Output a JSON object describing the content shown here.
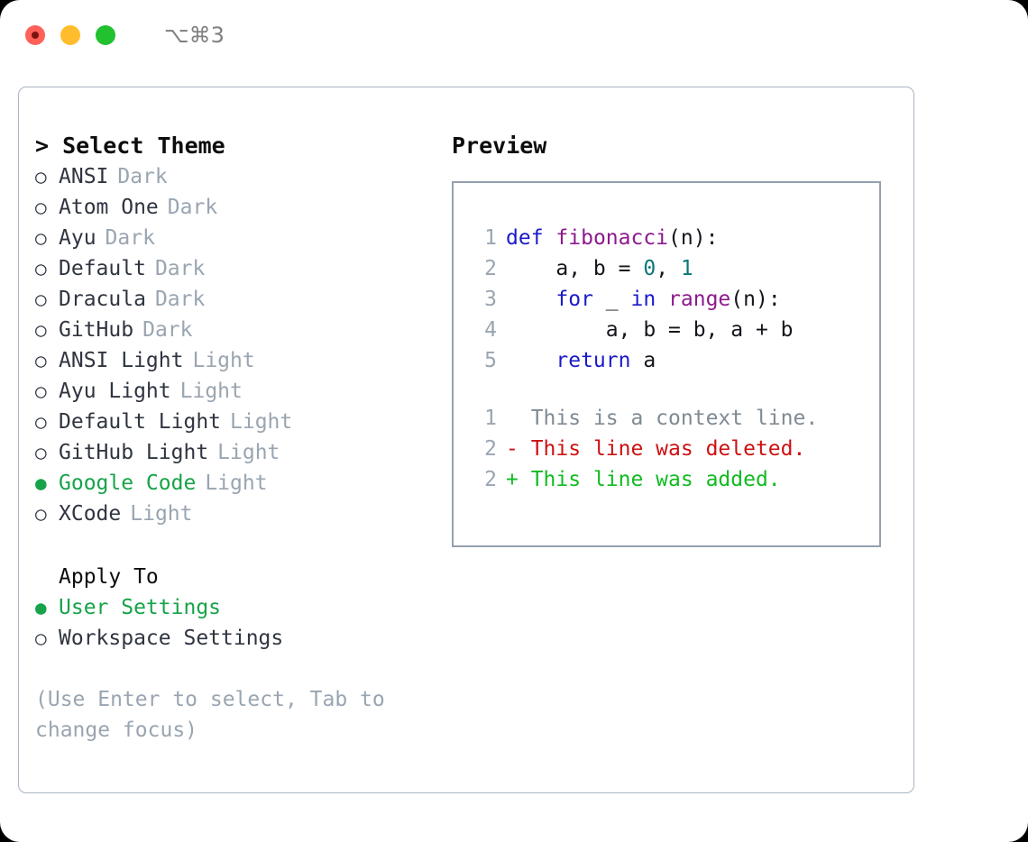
{
  "titlebar": {
    "shortcut": "⌥⌘3",
    "lights": [
      "close",
      "minimize",
      "maximize"
    ]
  },
  "theme_picker": {
    "heading": "> Select Theme",
    "items": [
      {
        "marker": "○",
        "name": "ANSI",
        "variant": "Dark",
        "selected": false
      },
      {
        "marker": "○",
        "name": "Atom One",
        "variant": "Dark",
        "selected": false
      },
      {
        "marker": "○",
        "name": "Ayu",
        "variant": "Dark",
        "selected": false
      },
      {
        "marker": "○",
        "name": "Default",
        "variant": "Dark",
        "selected": false
      },
      {
        "marker": "○",
        "name": "Dracula",
        "variant": "Dark",
        "selected": false
      },
      {
        "marker": "○",
        "name": "GitHub",
        "variant": "Dark",
        "selected": false
      },
      {
        "marker": "○",
        "name": "ANSI Light",
        "variant": "Light",
        "selected": false
      },
      {
        "marker": "○",
        "name": "Ayu Light",
        "variant": "Light",
        "selected": false
      },
      {
        "marker": "○",
        "name": "Default Light",
        "variant": "Light",
        "selected": false
      },
      {
        "marker": "○",
        "name": "GitHub Light",
        "variant": "Light",
        "selected": false
      },
      {
        "marker": "●",
        "name": "Google Code",
        "variant": "Light",
        "selected": true
      },
      {
        "marker": "○",
        "name": "XCode",
        "variant": "Light",
        "selected": false
      }
    ]
  },
  "apply_to": {
    "title": "Apply To",
    "items": [
      {
        "marker": "●",
        "name": "User Settings",
        "selected": true
      },
      {
        "marker": "○",
        "name": "Workspace Settings",
        "selected": false
      }
    ]
  },
  "hint": "(Use Enter to select, Tab to change focus)",
  "preview": {
    "heading": "Preview",
    "code": [
      {
        "ln": "1",
        "tokens": [
          {
            "t": "def",
            "c": "kw"
          },
          {
            "t": " ",
            "c": "pl"
          },
          {
            "t": "fibonacci",
            "c": "fn"
          },
          {
            "t": "(n):",
            "c": "pl"
          }
        ]
      },
      {
        "ln": "2",
        "tokens": [
          {
            "t": "    a, b = ",
            "c": "pl"
          },
          {
            "t": "0",
            "c": "num"
          },
          {
            "t": ", ",
            "c": "pl"
          },
          {
            "t": "1",
            "c": "num"
          }
        ]
      },
      {
        "ln": "3",
        "tokens": [
          {
            "t": "    ",
            "c": "pl"
          },
          {
            "t": "for",
            "c": "kw"
          },
          {
            "t": " _ ",
            "c": "pl"
          },
          {
            "t": "in",
            "c": "kw"
          },
          {
            "t": " ",
            "c": "pl"
          },
          {
            "t": "range",
            "c": "fn"
          },
          {
            "t": "(n):",
            "c": "pl"
          }
        ]
      },
      {
        "ln": "4",
        "tokens": [
          {
            "t": "        a, b = b, a + b",
            "c": "pl"
          }
        ]
      },
      {
        "ln": "5",
        "tokens": [
          {
            "t": "    ",
            "c": "pl"
          },
          {
            "t": "return",
            "c": "kw"
          },
          {
            "t": " a",
            "c": "pl"
          }
        ]
      }
    ],
    "diff": [
      {
        "ln": "1",
        "sign": "  ",
        "text": "This is a context line.",
        "kind": "ctx"
      },
      {
        "ln": "2",
        "sign": "- ",
        "text": "This line was deleted.",
        "kind": "del"
      },
      {
        "ln": "2",
        "sign": "+ ",
        "text": "This line was added.",
        "kind": "add"
      }
    ]
  },
  "colors": {
    "accent_green": "#17a349",
    "panel_border": "#a9b4c0",
    "preview_border": "#93a0ae",
    "muted_text": "#9aa5b1",
    "name_text": "#2f3540",
    "keyword": "#1a1ac9",
    "function": "#8d1a8d",
    "number": "#0f7676",
    "diff_deleted": "#cc1111",
    "diff_added": "#11bb22",
    "diff_context": "#808a93",
    "light_red": "#ff6159",
    "light_yellow": "#ffbd2e",
    "light_green": "#21c12f"
  }
}
